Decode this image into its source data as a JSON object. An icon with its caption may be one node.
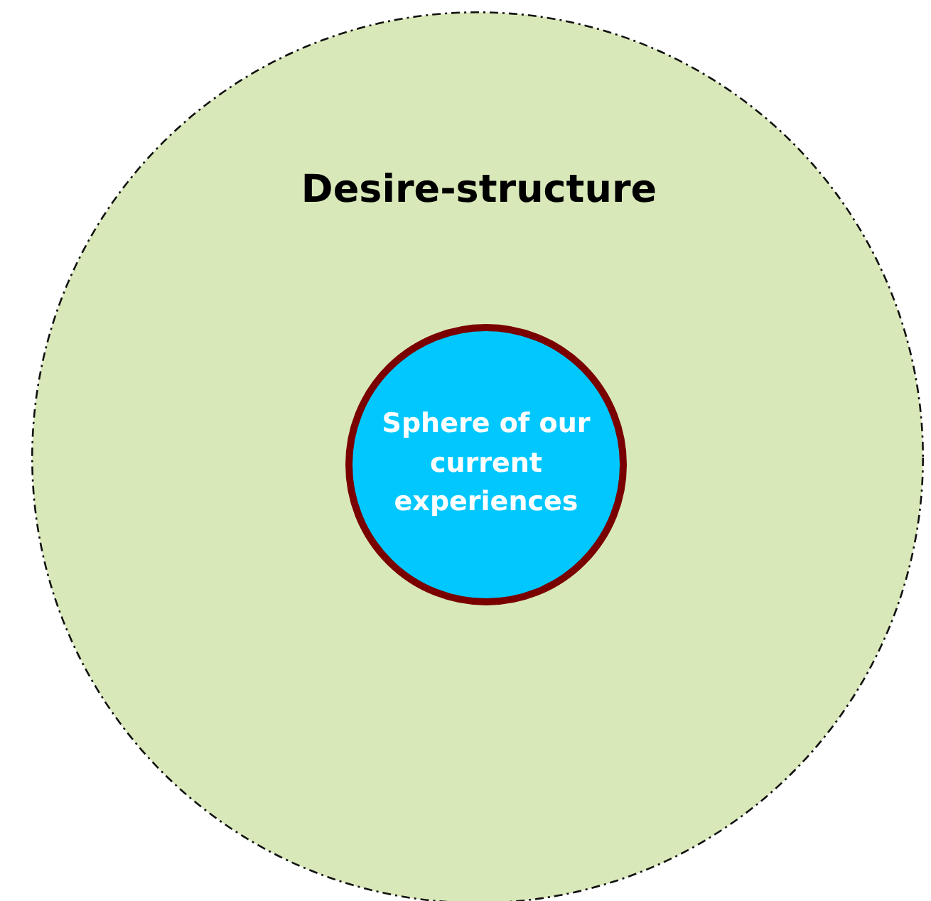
{
  "diagram": {
    "nodes": [
      {
        "text": [
          "Desire-structure"
        ]
      },
      {
        "text": [
          "Sphere of our current experiences"
        ],
        "in": 0
      }
    ]
  }
}
